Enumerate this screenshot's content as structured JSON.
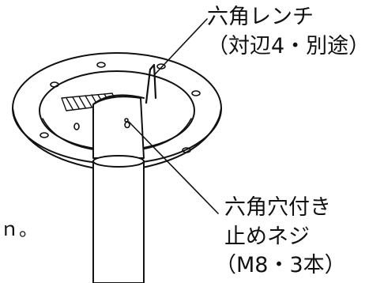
{
  "labels": {
    "wrench": {
      "line1": "六角レンチ",
      "line2": "（対辺4・別途）"
    },
    "set_screw": {
      "line1": "六角穴付き",
      "line2": "止めネジ",
      "line3": "（M8・3本）"
    },
    "edge_fragment": "ｎ。"
  },
  "colors": {
    "stroke": "#111111",
    "background": "#ffffff"
  }
}
